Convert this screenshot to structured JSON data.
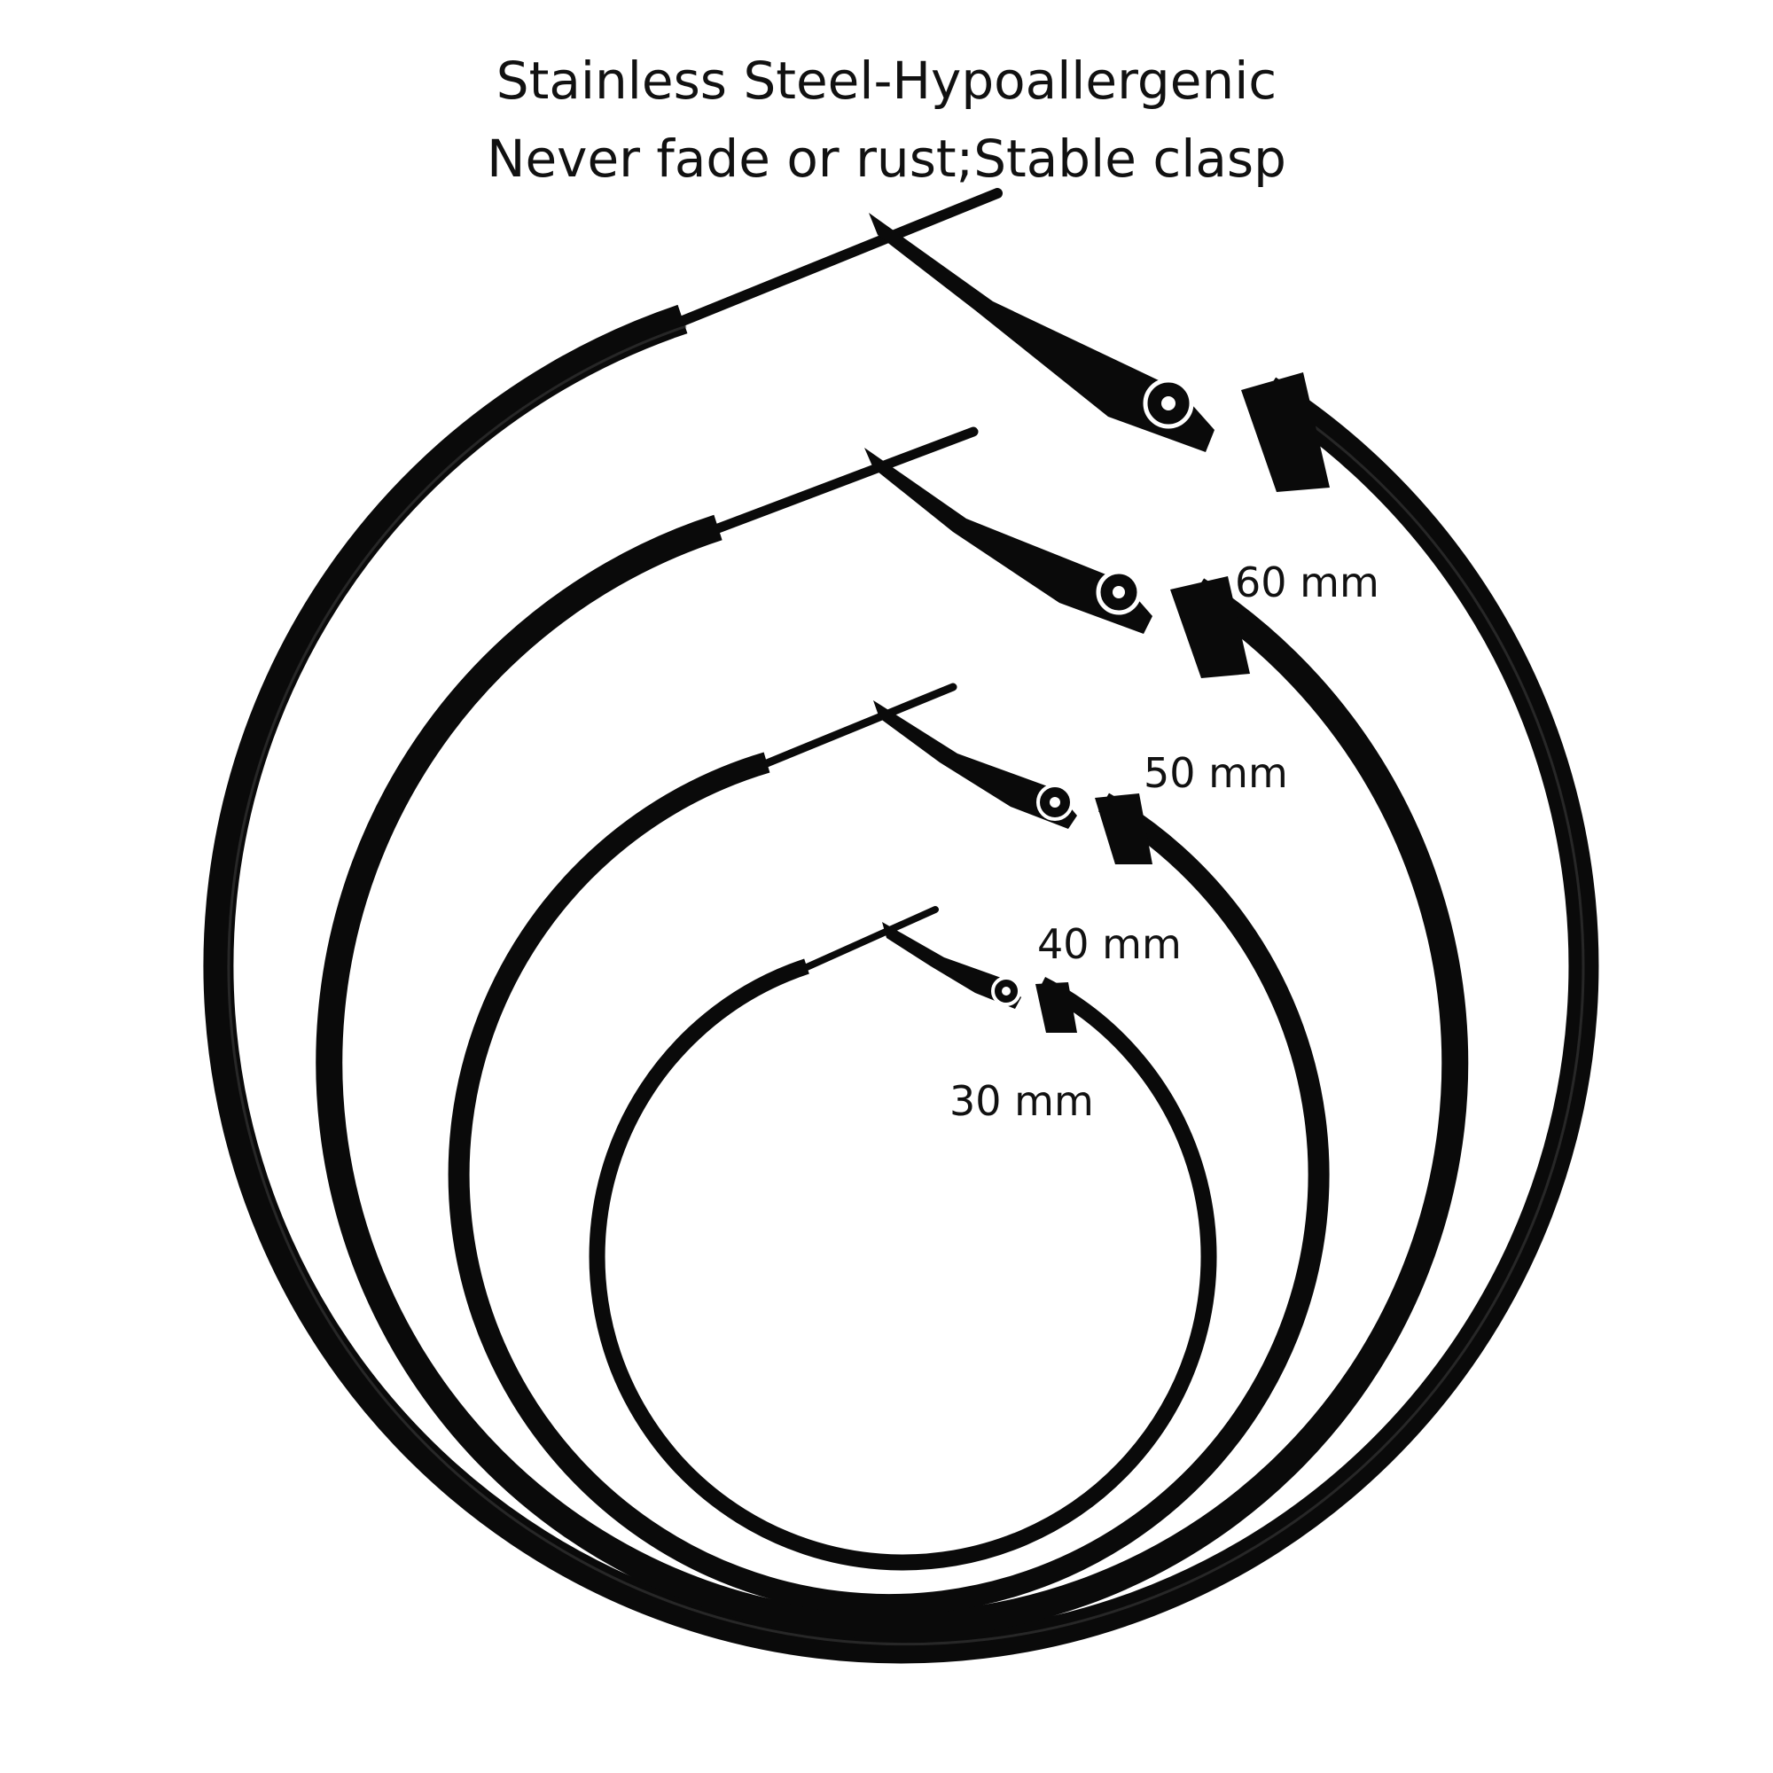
{
  "headline": {
    "line1": "Stainless Steel-Hypoallergenic",
    "line2": "Never fade or rust;Stable clasp"
  },
  "hoops": [
    {
      "size_label": "60 mm"
    },
    {
      "size_label": "50 mm"
    },
    {
      "size_label": "40 mm"
    },
    {
      "size_label": "30 mm"
    }
  ],
  "colors": {
    "background": "#ffffff",
    "hoop": "#0a0a0a",
    "text": "#111111"
  }
}
